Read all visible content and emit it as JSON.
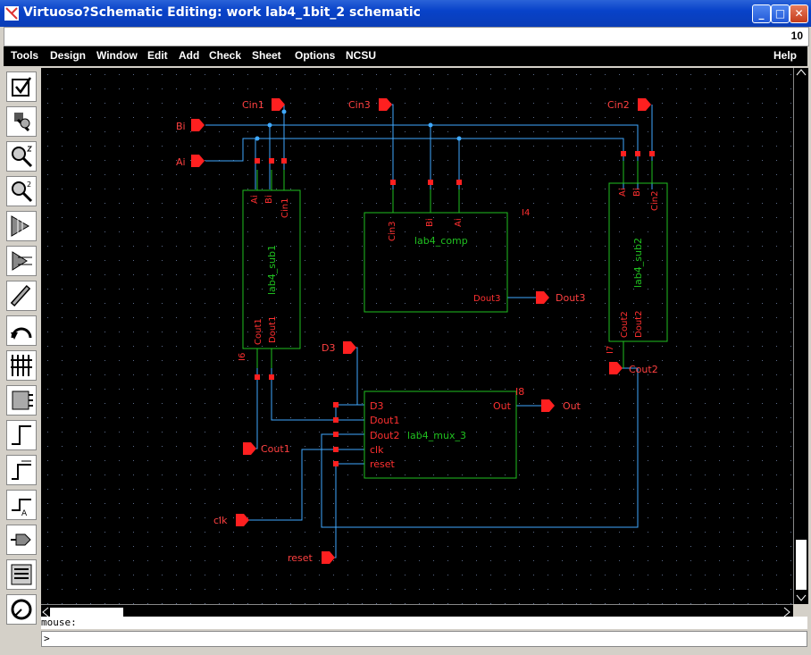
{
  "window": {
    "title": "Virtuoso?Schematic Editing: work lab4_1bit_2 schematic",
    "minimize": "_",
    "maximize": "□",
    "close": "✕"
  },
  "status_number": "10",
  "menu": [
    "Tools",
    "Design",
    "Window",
    "Edit",
    "Add",
    "Check",
    "Sheet",
    "Options",
    "NCSU"
  ],
  "help": "Help",
  "tools": [
    "check-save-icon",
    "zoom-fit-icon",
    "zoom-in-icon",
    "zoom-out-icon",
    "stretch-icon",
    "copy-icon",
    "delete-icon",
    "undo-icon",
    "property-icon",
    "instance-icon",
    "wire-icon",
    "wire-name-icon",
    "label-icon",
    "pin-icon",
    "cmd-options-icon",
    "descend-icon"
  ],
  "schematic": {
    "pins": {
      "cin1": "Cin1",
      "bi": "Bi",
      "ai": "Ai",
      "cin3": "Cin3",
      "cin2": "Cin2",
      "dout3": "Dout3",
      "d3": "D3",
      "cout2": "Cout2",
      "out": "Out",
      "cout1": "Cout1",
      "clk": "clk",
      "reset": "reset"
    },
    "sub1": {
      "inst": "I6",
      "cell": "lab4_sub1",
      "ports": [
        "Ai",
        "Bi",
        "Cin1",
        "Cout1",
        "Dout1"
      ]
    },
    "comp": {
      "inst": "I4",
      "cell": "lab4_comp",
      "ports": [
        "Cin3",
        "Bi",
        "Ai",
        "Dout3"
      ]
    },
    "sub2": {
      "inst": "I7",
      "cell": "lab4_sub2",
      "ports": [
        "Ai",
        "Bi",
        "Cin2",
        "Cout2",
        "Dout2"
      ]
    },
    "mux": {
      "inst": "I8",
      "cell": "lab4_mux_3",
      "ports": [
        "D3",
        "Dout1",
        "Dout2",
        "clk",
        "reset",
        "Out"
      ]
    }
  },
  "mouse_label": "mouse:",
  "prompt": ">",
  "colors": {
    "wire": "#3fa9ff",
    "pin": "#ff2020",
    "symbol": "#20c020",
    "canvas": "#000000"
  }
}
